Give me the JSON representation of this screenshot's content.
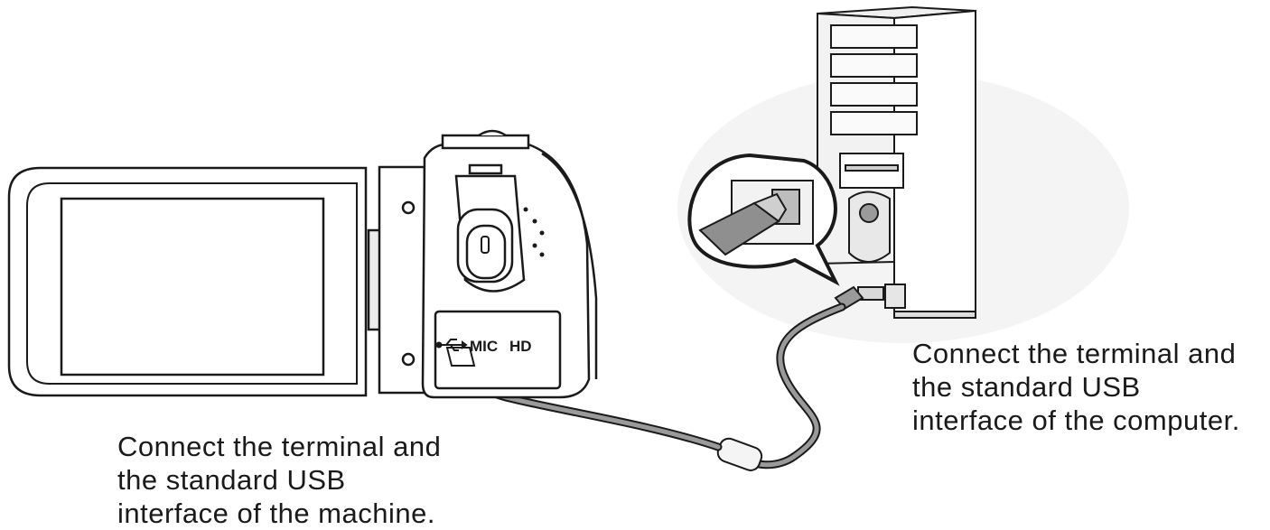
{
  "camcorder": {
    "port_labels": {
      "mic": "MIC",
      "hd": "HD"
    }
  },
  "captions": {
    "machine": {
      "lines": [
        "Connect the terminal and",
        "the standard USB",
        "interface of the machine."
      ]
    },
    "computer": {
      "lines": [
        "Connect the terminal and",
        "the standard USB",
        "interface of the computer."
      ]
    }
  },
  "icons": [
    "camcorder-icon",
    "computer-tower-icon",
    "usb-cable-icon",
    "usb-symbol-icon",
    "usb-plug-magnifier-icon"
  ],
  "colors": {
    "line": "#1a1a1a",
    "shade": "#8a8a8a",
    "light_shade": "#d0d0d0"
  }
}
